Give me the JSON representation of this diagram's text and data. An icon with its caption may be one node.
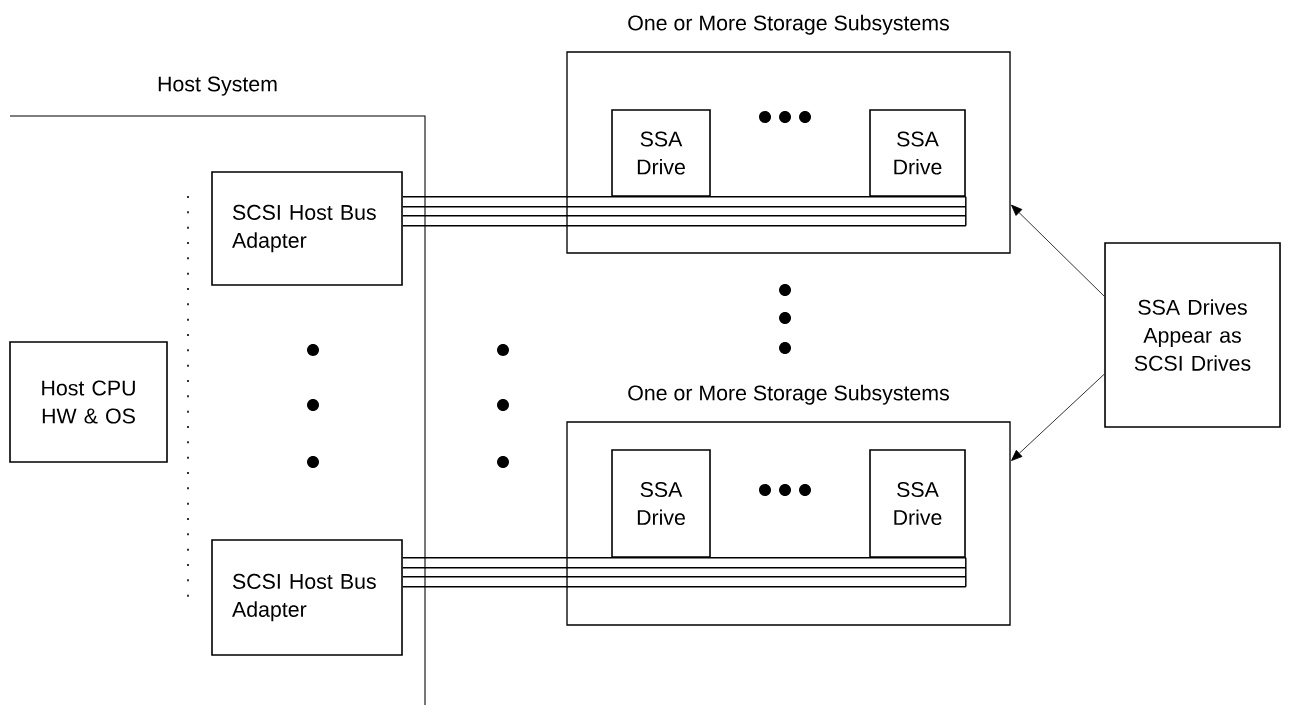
{
  "diagram": {
    "nodes": [
      {
        "text": [
          "Host System"
        ]
      },
      {
        "text": [
          "Host CPU HW & OS"
        ],
        "in": 0
      },
      {
        "text": [
          "SCSI Host Bus Adapter"
        ],
        "in": 0
      },
      {
        "text": [
          "SCSI Host Bus Adapter"
        ],
        "in": 0
      },
      {
        "text": [
          "One or More Storage Subsystems"
        ]
      },
      {
        "text": [
          "SSA Drive"
        ],
        "in": 4
      },
      {
        "text": [
          "SSA Drive"
        ],
        "in": 4
      },
      {
        "text": [
          "One or More Storage Subsystems"
        ]
      },
      {
        "text": [
          "SSA Drive"
        ],
        "in": 7
      },
      {
        "text": [
          "SSA Drive"
        ],
        "in": 7
      },
      {
        "text": [
          "SSA Drives Appear as SCSI Drives"
        ]
      }
    ],
    "edges": [
      {
        "from": 2,
        "to": 5,
        "arrow": "none"
      },
      {
        "from": 2,
        "to": 6,
        "arrow": "none"
      },
      {
        "from": 3,
        "to": 8,
        "arrow": "none"
      },
      {
        "from": 3,
        "to": 9,
        "arrow": "none"
      },
      {
        "from": 10,
        "to": 4,
        "arrow": "to"
      },
      {
        "from": 10,
        "to": 7,
        "arrow": "to"
      }
    ]
  }
}
